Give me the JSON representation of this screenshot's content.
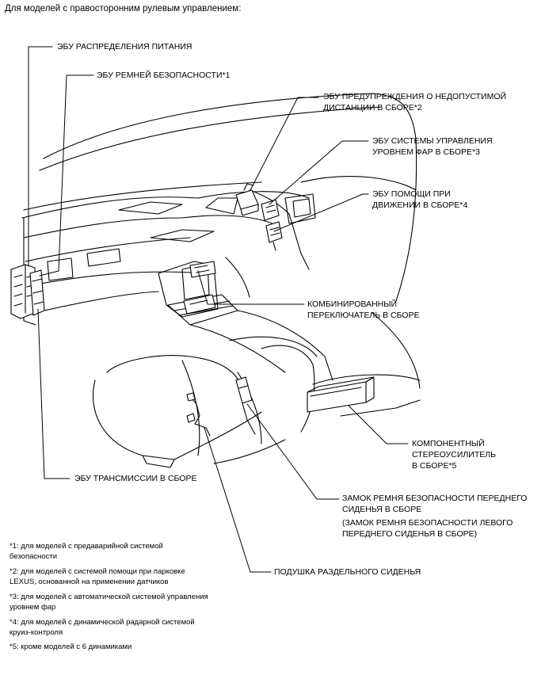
{
  "heading": "Для моделей с правосторонним рулевым управлением:",
  "labels": {
    "power_ecu": "ЭБУ РАСПРЕДЕЛЕНИЯ ПИТАНИЯ",
    "seatbelt_ecu": "ЭБУ РЕМНЕЙ БЕЗОПАСНОСТИ*1",
    "distance_ecu_1": "ЭБУ ПРЕДУПРЕЖДЕНИЯ О НЕДОПУСТИМОЙ",
    "distance_ecu_2": "ДИСТАНЦИИ В СБОРЕ*2",
    "headlamp_ecu_1": "ЭБУ СИСТЕМЫ УПРАВЛЕНИЯ",
    "headlamp_ecu_2": "УРОВНЕМ ФАР В СБОРЕ*3",
    "driving_ecu_1": "ЭБУ ПОМОЩИ ПРИ",
    "driving_ecu_2": "ДВИЖЕНИИ В СБОРЕ*4",
    "combo_switch_1": "КОМБИНИРОВАННЫЙ",
    "combo_switch_2": "ПЕРЕКЛЮЧАТЕЛЬ В СБОРЕ",
    "amp_1": "КОМПОНЕНТНЫЙ",
    "amp_2": "СТЕРЕОУСИЛИТЕЛЬ",
    "amp_3": "В СБОРЕ*5",
    "transmission_ecu": "ЭБУ ТРАНСМИССИИ В СБОРЕ",
    "buckle_1": "ЗАМОК РЕМНЯ БЕЗОПАСНОСТИ ПЕРЕДНЕГО",
    "buckle_2": "СИДЕНЬЯ В СБОРЕ",
    "buckle_3": "(ЗАМОК РЕМНЯ БЕЗОПАСНОСТИ ЛЕВОГО",
    "buckle_4": "ПЕРЕДНЕГО СИДЕНЬЯ В СБОРЕ)",
    "seat_pad": "ПОДУШКА РАЗДЕЛЬНОГО СИДЕНЬЯ"
  },
  "notes": [
    "*1: для моделей с предаварийной системой",
    "безопасности",
    "*2: для моделей с системой помощи при парковке",
    "LEXUS, основанной на применении датчиков",
    "*3: для моделей с автоматической системой управления",
    "уровнем фар",
    "*4: для моделей с динамической радарной системой",
    "круиз-контроля",
    "*5: кроме моделей с 6 динамиками"
  ]
}
